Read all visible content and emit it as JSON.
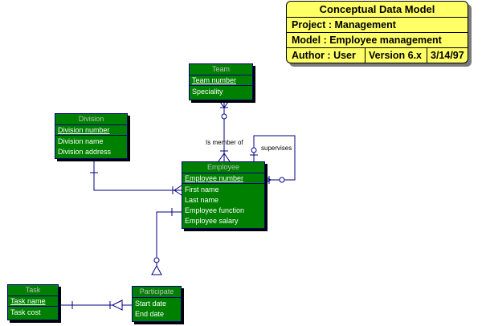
{
  "title_block": {
    "title": "Conceptual Data Model",
    "project": "Project : Management",
    "model": "Model   : Employee management",
    "author": "Author  : User",
    "version": "Version 6.x",
    "date": "3/14/97"
  },
  "entities": {
    "team": {
      "name": "Team",
      "keys": [
        "Team number"
      ],
      "attrs": [
        "Speciality"
      ]
    },
    "division": {
      "name": "Division",
      "keys": [
        "Division number"
      ],
      "attrs": [
        "Division name",
        "Division address"
      ]
    },
    "employee": {
      "name": "Employee",
      "keys": [
        "Employee number"
      ],
      "attrs": [
        "First name",
        "Last name",
        "Employee function",
        "Employee salary"
      ]
    },
    "task": {
      "name": "Task",
      "keys": [
        "Task name"
      ],
      "attrs": [
        "Task cost"
      ]
    },
    "participate": {
      "name": "Participate",
      "keys": [],
      "attrs": [
        "Start date",
        "End date"
      ]
    }
  },
  "relationships": {
    "is_member_of": "Is member of",
    "supervises": "supervises"
  },
  "colors": {
    "entity_fill": "#008000",
    "entity_border": "#000080",
    "line": "#000080",
    "title_fill": "#ffff66"
  }
}
